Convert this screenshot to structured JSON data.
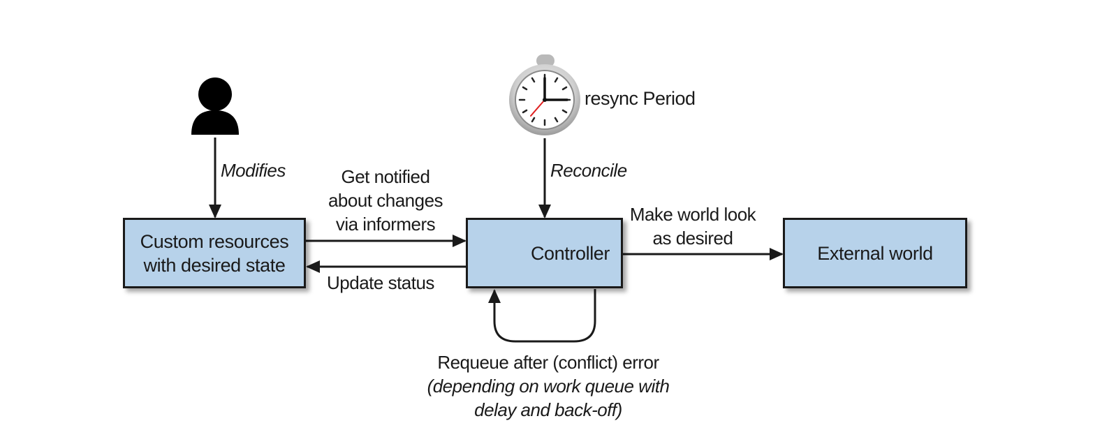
{
  "nodes": {
    "custom_resources": {
      "line1": "Custom resources",
      "line2": "with desired state"
    },
    "controller": {
      "label": "Controller"
    },
    "external_world": {
      "label": "External world"
    }
  },
  "labels": {
    "modifies": "Modifies",
    "resync": "resync Period",
    "reconcile": "Reconcile",
    "notified": [
      "Get notified",
      "about changes",
      "via informers"
    ],
    "update_status": "Update status",
    "make_world": [
      "Make world look",
      "as desired"
    ],
    "requeue_line1": "Requeue after (conflict) error",
    "requeue_line2": "(depending on work queue with",
    "requeue_line3": "delay and back-off)"
  },
  "icons": {
    "user": "person-icon",
    "timer": "stopwatch-icon",
    "loop": "circular-arrow-icon"
  },
  "colors": {
    "box_fill": "#b7d2ea",
    "stroke": "#1a1a1a",
    "clock_red_hand": "#e02020"
  }
}
